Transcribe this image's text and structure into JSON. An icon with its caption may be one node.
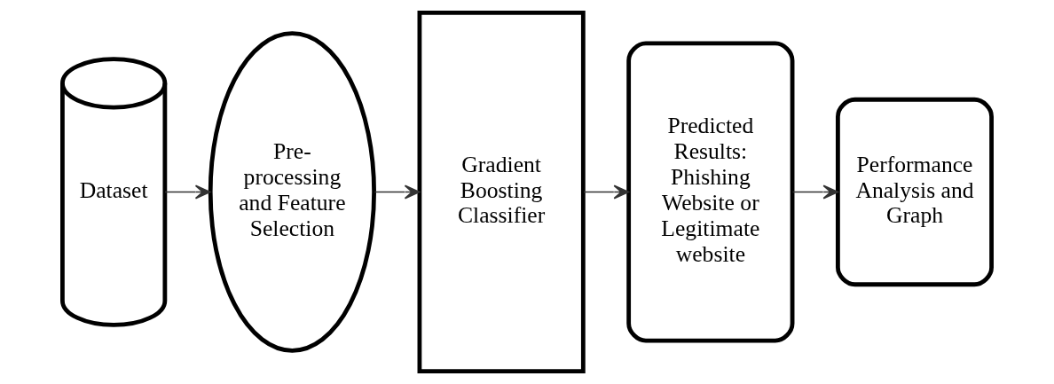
{
  "diagram": {
    "nodes": [
      {
        "text": [
          "Dataset"
        ]
      },
      {
        "text": [
          "Pre-processing and Feature Selection"
        ]
      },
      {
        "text": [
          "Gradient Boosting Classifier"
        ]
      },
      {
        "text": [
          "Predicted Results: Phishing Website or Legitimate website"
        ]
      },
      {
        "text": [
          "Performance Analysis and Graph"
        ]
      }
    ],
    "edges": [
      {
        "from": 0,
        "to": 1,
        "arrow": "to"
      },
      {
        "from": 1,
        "to": 2,
        "arrow": "to"
      },
      {
        "from": 2,
        "to": 3,
        "arrow": "to"
      },
      {
        "from": 3,
        "to": 4,
        "arrow": "to"
      }
    ]
  }
}
